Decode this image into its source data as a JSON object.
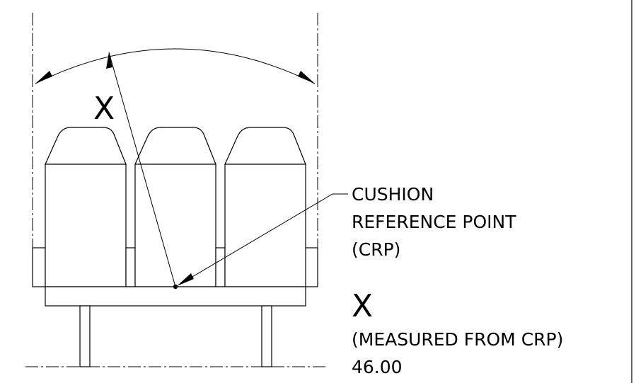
{
  "drawing": {
    "dimension_symbol": "X",
    "callout": {
      "line1": "CUSHION",
      "line2": "REFERENCE POINT",
      "line3": "(CRP)"
    },
    "table": {
      "header": "X",
      "subheader": "(MEASURED FROM CRP)",
      "value": "46.00"
    }
  }
}
